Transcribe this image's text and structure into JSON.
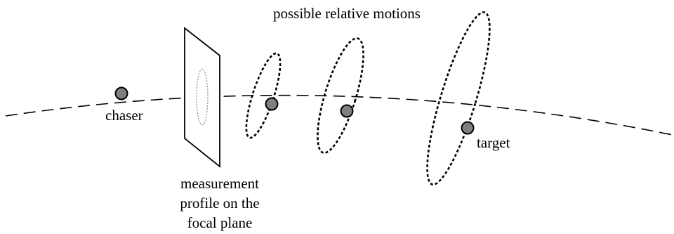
{
  "labels": {
    "chaser": "chaser",
    "target": "target",
    "motions": "possible relative motions",
    "measurement": [
      "measurement",
      "profile on the",
      "focal plane"
    ]
  },
  "colors": {
    "body_fill": "#7f7f7f",
    "stroke": "#000000",
    "profile_stroke": "#8a8a8a"
  }
}
